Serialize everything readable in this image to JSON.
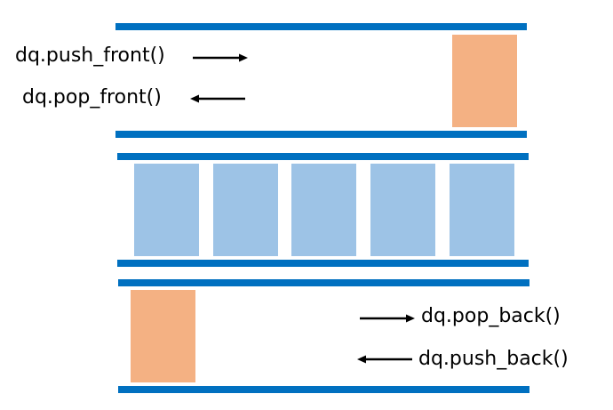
{
  "colors": {
    "rail": "#0070c0",
    "front_back_block": "#f4b183",
    "middle_block": "#9dc3e6",
    "arrow": "#000000"
  },
  "top_panel": {
    "push_label": "dq.push_front()",
    "push_arrow_direction": "right",
    "pop_label": "dq.pop_front()",
    "pop_arrow_direction": "left"
  },
  "middle_panel": {
    "block_count": 5
  },
  "bottom_panel": {
    "pop_label": "dq.pop_back()",
    "pop_arrow_direction": "right",
    "push_label": "dq.push_back()",
    "push_arrow_direction": "left"
  }
}
